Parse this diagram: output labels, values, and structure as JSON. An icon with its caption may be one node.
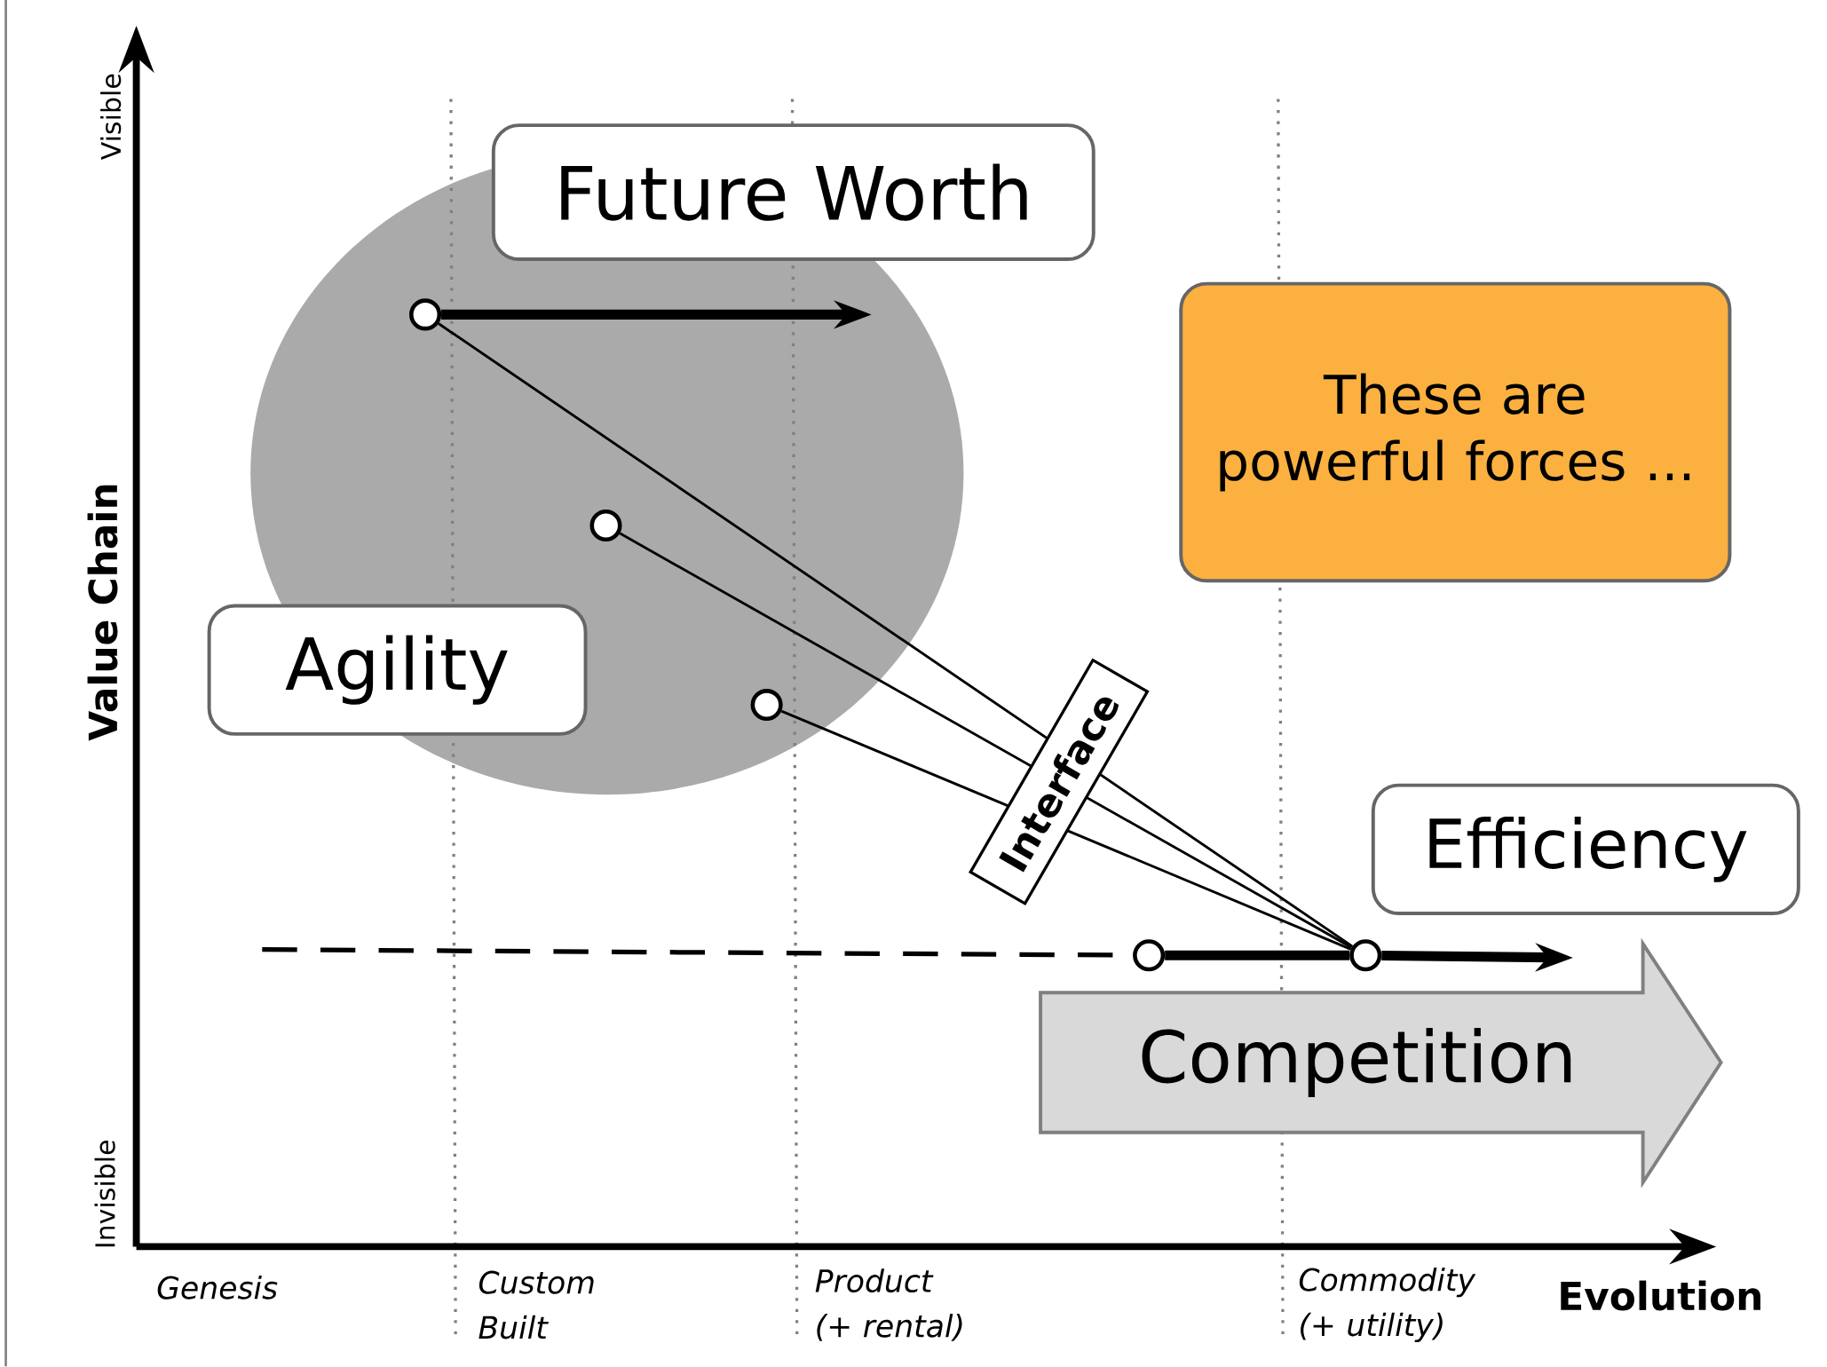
{
  "diagram": {
    "nodes": [
      {
        "text": [
          "Future Worth"
        ]
      },
      {
        "text": [
          "Agility"
        ]
      },
      {
        "text": [
          "These are powerful forces ..."
        ]
      },
      {
        "text": [
          "Efficiency"
        ]
      },
      {
        "text": [
          "Competition"
        ]
      },
      {
        "text": [],
        "shape": "circle"
      },
      {
        "text": [],
        "shape": "circle"
      },
      {
        "text": [],
        "shape": "circle"
      },
      {
        "text": [],
        "shape": "circle"
      },
      {
        "text": [],
        "shape": "circle"
      }
    ],
    "edges": [
      {
        "from": 5,
        "to": null,
        "arrow": "to",
        "style": "thick"
      },
      {
        "from": 5,
        "to": 9,
        "arrow": "none"
      },
      {
        "from": 6,
        "to": 9,
        "arrow": "none",
        "label": "Interface"
      },
      {
        "from": 7,
        "to": 9,
        "arrow": "none"
      },
      {
        "from": null,
        "to": 8,
        "arrow": "none",
        "style": "dashed"
      },
      {
        "from": 8,
        "to": 9,
        "arrow": "none",
        "style": "thick"
      },
      {
        "from": 9,
        "to": null,
        "arrow": "to",
        "style": "thick"
      }
    ],
    "labels": [
      "Visible",
      "Value Chain",
      "Invisible",
      "Genesis",
      "Custom Built",
      "Product (+ rental)",
      "Commodity (+ utility)",
      "Evolution"
    ]
  }
}
